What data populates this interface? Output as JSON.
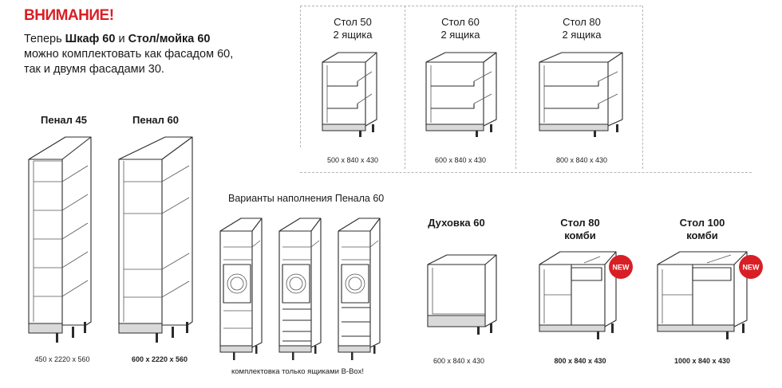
{
  "header": {
    "warning": "ВНИМАНИЕ!",
    "intro_prefix": "Теперь ",
    "intro_item1": "Шкаф 60",
    "intro_and": " и ",
    "intro_item2": "Стол/мойка 60",
    "intro_line2": "можно комплектовать как фасадом 60,",
    "intro_line3": "так и двумя фасадами 30."
  },
  "tall_units": [
    {
      "title": "Пенал 45",
      "dims": "450 x 2220 x 560"
    },
    {
      "title": "Пенал 60",
      "dims": "600 x 2220 x 560"
    }
  ],
  "fill_options": {
    "caption": "Варианты наполнения Пенала 60",
    "note": "комплектовка только ящиками B-Box!"
  },
  "top_row": [
    {
      "title_line1": "Стол 50",
      "title_line2": "2 ящика",
      "dims": "500 x 840 x 430"
    },
    {
      "title_line1": "Стол 60",
      "title_line2": "2 ящика",
      "dims": "600 x 840 x 430"
    },
    {
      "title_line1": "Стол 80",
      "title_line2": "2 ящика",
      "dims": "800 x 840 x 430"
    }
  ],
  "bottom_row": [
    {
      "title_line1": "Духовка 60",
      "title_line2": "",
      "dims": "600 x 840 x 430"
    },
    {
      "title_line1": "Стол 80",
      "title_line2": "комби",
      "dims": "800 x 840 x 430",
      "badge": "NEW"
    },
    {
      "title_line1": "Стол 100",
      "title_line2": "комби",
      "dims": "1000 x 840 x 430",
      "badge": "NEW"
    }
  ],
  "colors": {
    "accent": "#d81f26",
    "line": "#2b2b2b",
    "divider": "#b5b5b5"
  }
}
